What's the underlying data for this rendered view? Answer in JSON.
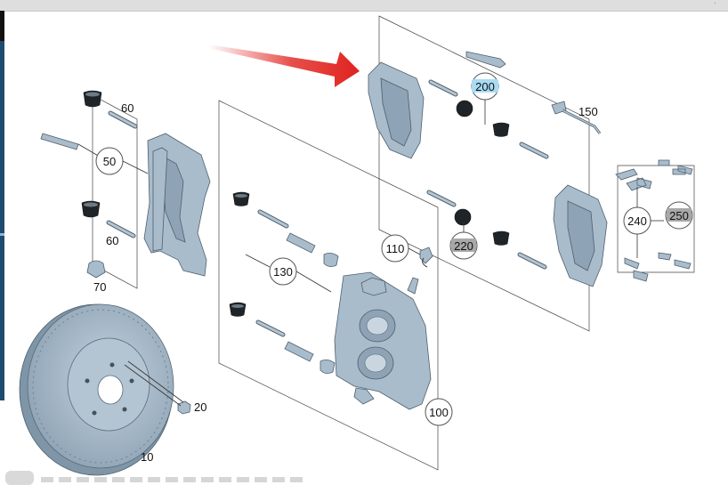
{
  "colors": {
    "arrow": "#e0231e",
    "highlight_bubble": "#a9dcf3",
    "selected_bubble": "#a8a8a8",
    "metal": "#a9bccb",
    "rubber": "#1f2428"
  },
  "callouts": {
    "c50": "50",
    "c100": "100",
    "c110": "110",
    "c130": "130",
    "c200": "200",
    "c220": "220",
    "c240": "240",
    "c250": "250"
  },
  "labels": {
    "l10": "10",
    "l20": "20",
    "l60a": "60",
    "l60b": "60",
    "l70": "70",
    "l150": "150"
  },
  "icons": {
    "pointer": "red-arrow-icon",
    "window": "window-menu-icon"
  }
}
